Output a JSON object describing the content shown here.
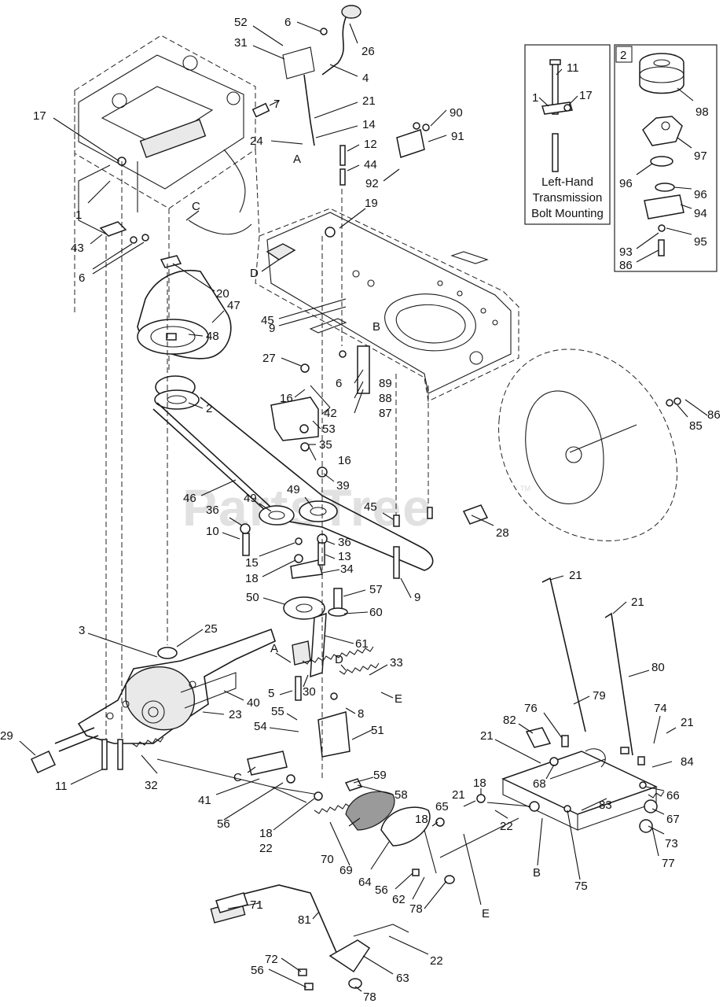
{
  "watermark": {
    "text": "PartsTree",
    "tm": "TM"
  },
  "inset_left": {
    "lines": [
      "Left-Hand",
      "Transmission",
      "Bolt Mounting"
    ],
    "callouts": [
      "11",
      "1",
      "17"
    ]
  },
  "inset_right": {
    "number": "2",
    "callouts": [
      "98",
      "97",
      "96",
      "96",
      "94",
      "95",
      "93",
      "86"
    ]
  },
  "callouts": {
    "c52": "52",
    "c6a": "6",
    "c26": "26",
    "c31": "31",
    "c4": "4",
    "c7": "7",
    "c21a": "21",
    "c17": "17",
    "c14": "14",
    "c24": "24",
    "cA1": "A",
    "c12": "12",
    "c44": "44",
    "c90": "90",
    "c91": "91",
    "c92": "92",
    "c1": "1",
    "cC1": "C",
    "c19": "19",
    "c43": "43",
    "c6b": "6",
    "cD1": "D",
    "c20": "20",
    "c47": "47",
    "c45a": "45",
    "c9a": "9",
    "cB1": "B",
    "c48": "48",
    "c27": "27",
    "c6c": "6",
    "c89": "89",
    "c88": "88",
    "c87": "87",
    "c16a": "16",
    "c42": "42",
    "c2": "2",
    "c53": "53",
    "c85": "85",
    "c86": "86",
    "c35": "35",
    "c16b": "16",
    "c39": "39",
    "c46": "46",
    "c49a": "49",
    "c49b": "49",
    "c36a": "36",
    "c45b": "45",
    "c28": "28",
    "c10": "10",
    "c36b": "36",
    "c15": "15",
    "c13": "13",
    "c18a": "18",
    "c34": "34",
    "c21b": "21",
    "c21c": "21",
    "c9b": "9",
    "c50": "50",
    "c57": "57",
    "c60": "60",
    "c3": "3",
    "c25": "25",
    "c61": "61",
    "cA2": "A",
    "cD2": "D",
    "c33": "33",
    "c80": "80",
    "c30": "30",
    "c5": "5",
    "cE1": "E",
    "c40": "40",
    "c79": "79",
    "c23": "23",
    "c55": "55",
    "c8": "8",
    "c76": "76",
    "c29": "29",
    "c82": "82",
    "c74": "74",
    "c54": "54",
    "c51": "51",
    "c21d": "21",
    "c21e": "21",
    "c84": "84",
    "c11": "11",
    "c32": "32",
    "cC2": "C",
    "c68": "68",
    "c59": "59",
    "c58": "58",
    "c18b": "18",
    "c66": "66",
    "c21f": "21",
    "c41": "41",
    "c56a": "56",
    "c65": "65",
    "c67": "67",
    "c18c": "18",
    "c22a": "22",
    "c18d": "18",
    "c73": "73",
    "c70": "70",
    "c69": "69",
    "c64": "64",
    "c22b": "22",
    "cB2": "B",
    "c83": "83",
    "c77": "77",
    "c56b": "56",
    "c62": "62",
    "c75": "75",
    "c71": "71",
    "c81": "81",
    "c78a": "78",
    "cE2": "E",
    "c22c": "22",
    "c72": "72",
    "c56c": "56",
    "c63": "63",
    "c78b": "78"
  }
}
